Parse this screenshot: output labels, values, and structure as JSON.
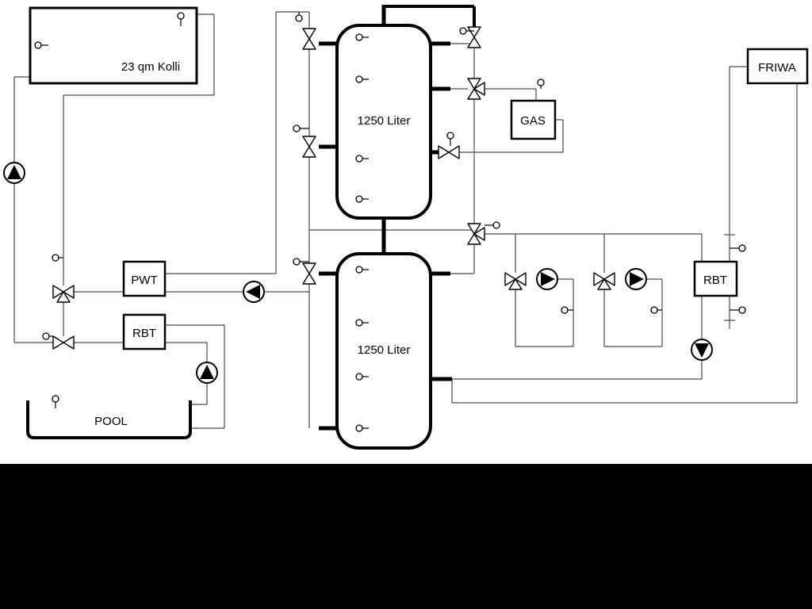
{
  "labels": {
    "collector": "23 qm Kolli",
    "tank_top": "1250 Liter",
    "tank_bottom": "1250 Liter",
    "gas": "GAS",
    "friwa": "FRIWA",
    "pwt": "PWT",
    "rbt_left": "RBT",
    "rbt_right": "RBT",
    "pool": "POOL"
  },
  "colors": {
    "background": "#ffffff",
    "pipe_line": "#4a4a4a",
    "equipment_outline": "#000000",
    "pump_fill": "#000000",
    "bottom_bar": "#000000"
  }
}
